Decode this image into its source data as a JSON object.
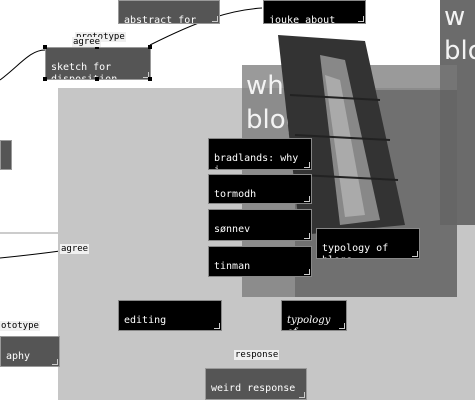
{
  "regions": {
    "right_big_title": "w\nblo",
    "middle_big_title": "why the\nblog"
  },
  "notes": {
    "abstract": "abstract for SKIKT",
    "jouke": "jouke about blogs",
    "sketch": "sketch for\ndisposition with",
    "bradlands": "bradlands: why i\nblog",
    "tormodh": "tormodh",
    "sonnev": "sønnev",
    "tinman": "tinman",
    "typology_ockham": "typology of blogs\n(ockham's razor)",
    "editing": "editing",
    "typology_italic": "typology of\nblogs",
    "graphy": "aphy",
    "weird": "weird response"
  },
  "links": {
    "prototype_top": "prototype",
    "agree_top": "agree",
    "agree_mid": "agree",
    "prototype_left": "ototype",
    "response": "response"
  }
}
